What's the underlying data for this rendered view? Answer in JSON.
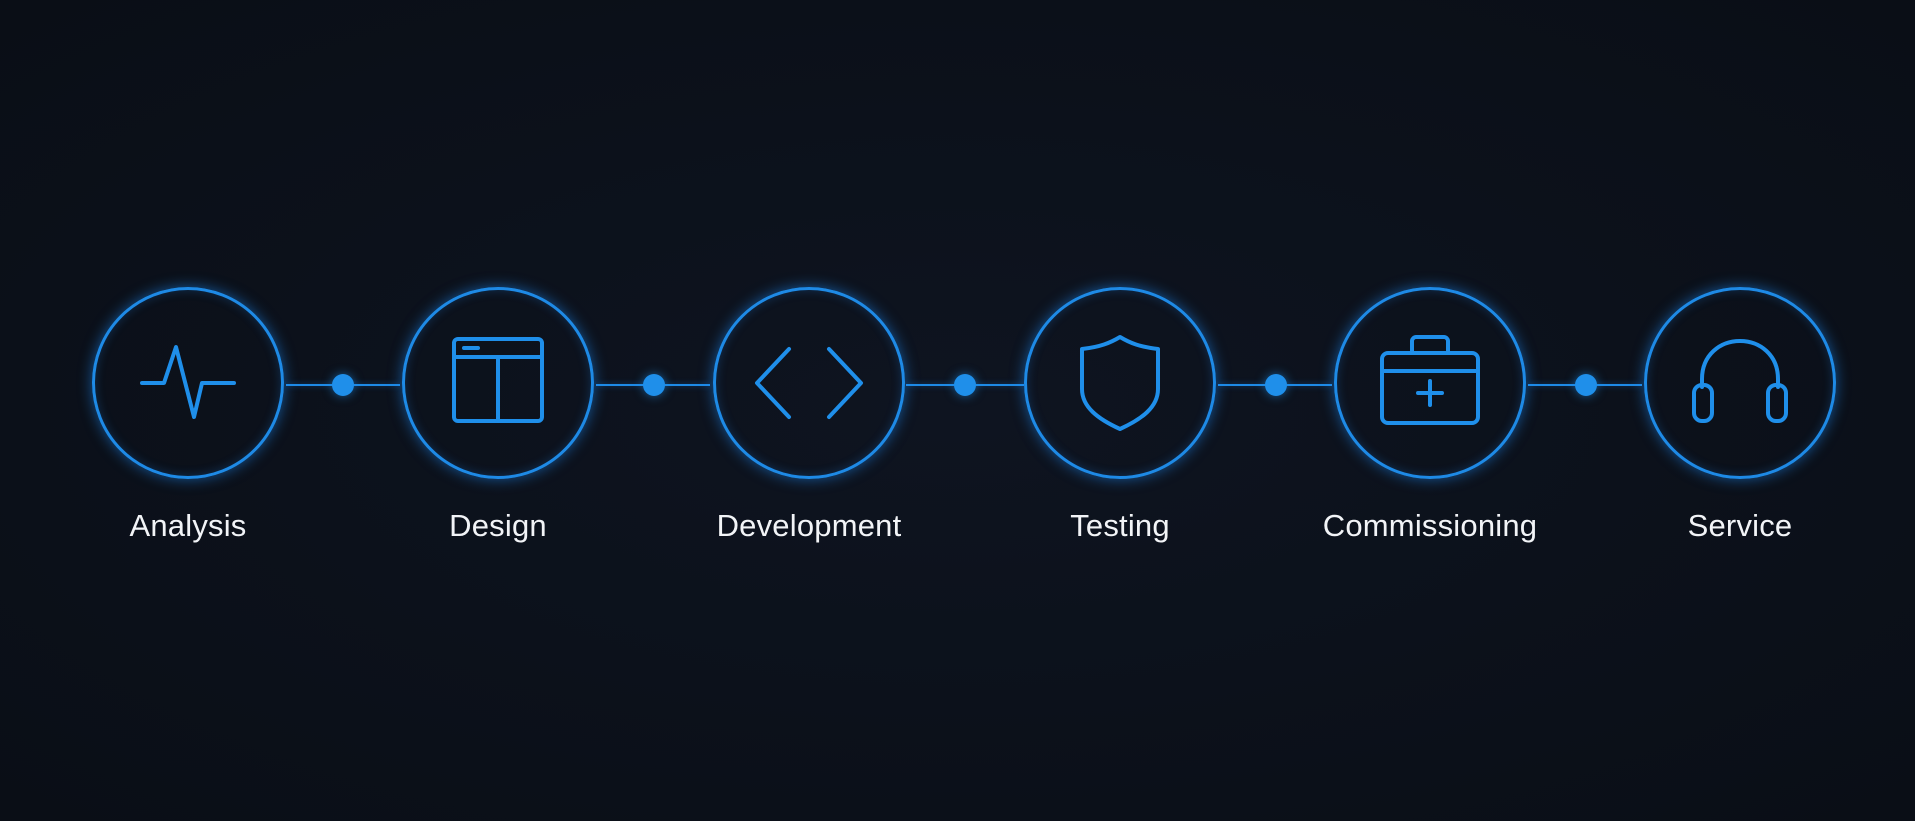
{
  "steps": [
    {
      "label": "Analysis",
      "icon": "pulse-icon"
    },
    {
      "label": "Design",
      "icon": "layout-icon"
    },
    {
      "label": "Development",
      "icon": "code-brackets-icon"
    },
    {
      "label": "Testing",
      "icon": "shield-icon"
    },
    {
      "label": "Commissioning",
      "icon": "briefcase-plus-icon"
    },
    {
      "label": "Service",
      "icon": "headphones-icon"
    }
  ],
  "colors": {
    "accent": "#1f8fea",
    "background": "#0c111b",
    "text": "#f2f4f7"
  }
}
